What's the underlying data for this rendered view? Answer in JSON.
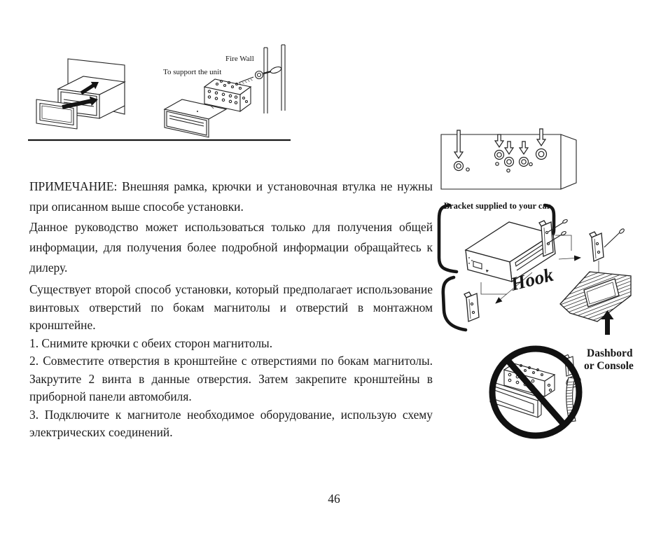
{
  "page": {
    "number": "46"
  },
  "diagram_top_left": {
    "label_support": "To support the unit",
    "label_firewall": "Fire Wall"
  },
  "diagram_right": {
    "label_bracket": "Bracket supplied to your car",
    "label_hook": "Hook",
    "label_dashboard_line1": "Dashbord",
    "label_dashboard_line2": "or Console"
  },
  "text": {
    "note_paragraph": "ПРИМЕЧАНИЕ: Внешняя рамка, крючки и установочная втулка не нужны при описанном выше способе установки.",
    "guide_paragraph": "Данное руководство может использоваться только для получения общей информации, для получения более подробной информации обращайтесь к дилеру.",
    "second_method_paragraph": "Существует второй способ установки, который предполагает использование винтовых отверстий по бокам магнитолы и отверстий в монтажном кронштейне.",
    "step_1": "1. Снимите крючки с обеих сторон магнитолы.",
    "step_2": "2. Совместите отверстия в кронштейне с отверстиями по бокам магнитолы. Закрутите 2 винта в данные отверстия. Затем закрепите кронштейны в приборной панели автомобиля.",
    "step_3": "3. Подключите к магнитоле необходимое оборудование, использую схему электрических соединений."
  }
}
